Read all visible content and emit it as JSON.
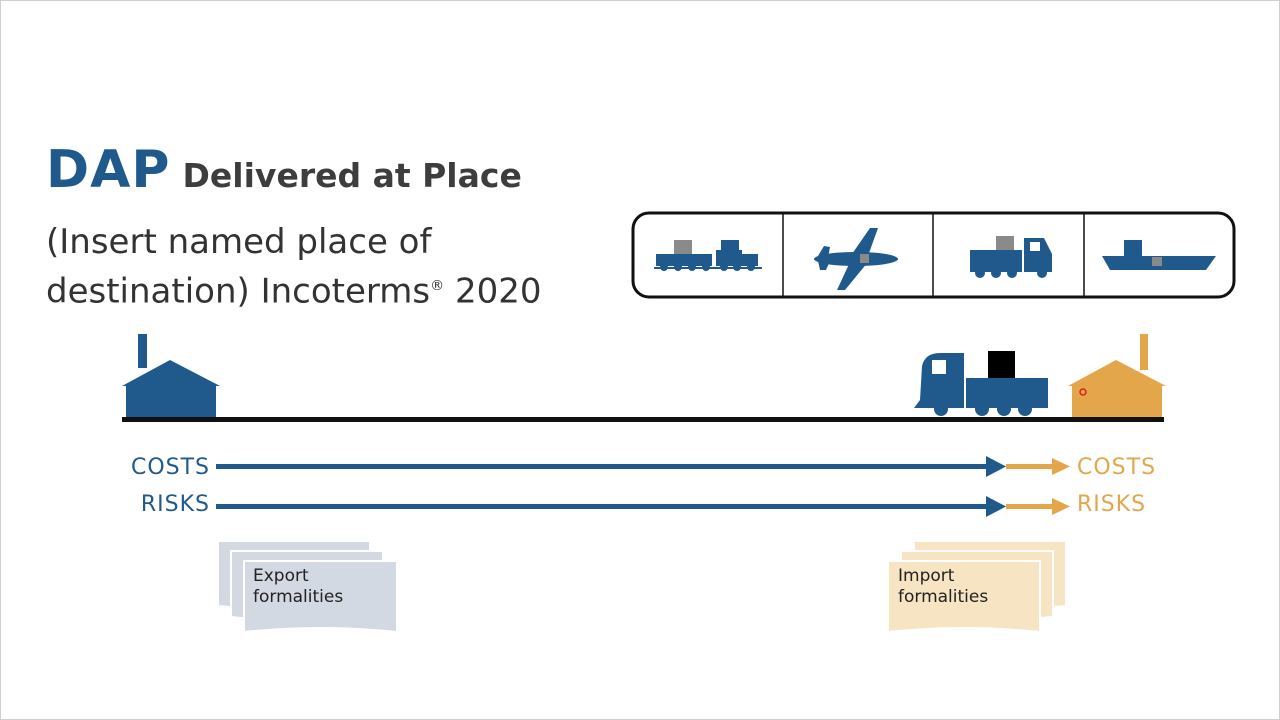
{
  "title": {
    "code": "DAP",
    "name": "Delivered at Place"
  },
  "subtitle": {
    "line1": "(Insert named place of",
    "line2_main": "destination) Incoterms",
    "registered": "®",
    "line2_year": "2020"
  },
  "flows": {
    "seller_costs": "COSTS",
    "seller_risks": "RISKS",
    "buyer_costs": "COSTS",
    "buyer_risks": "RISKS"
  },
  "documents": {
    "export": [
      "Export",
      "formalities"
    ],
    "import": [
      "Import",
      "formalities"
    ]
  },
  "transport_modes": [
    "train-icon",
    "airplane-icon",
    "truck-icon",
    "ship-icon"
  ],
  "colors": {
    "seller": "#205a8c",
    "buyer": "#e3a64a",
    "export_doc": "#d3d9e2",
    "import_doc": "#f6e4c3"
  }
}
